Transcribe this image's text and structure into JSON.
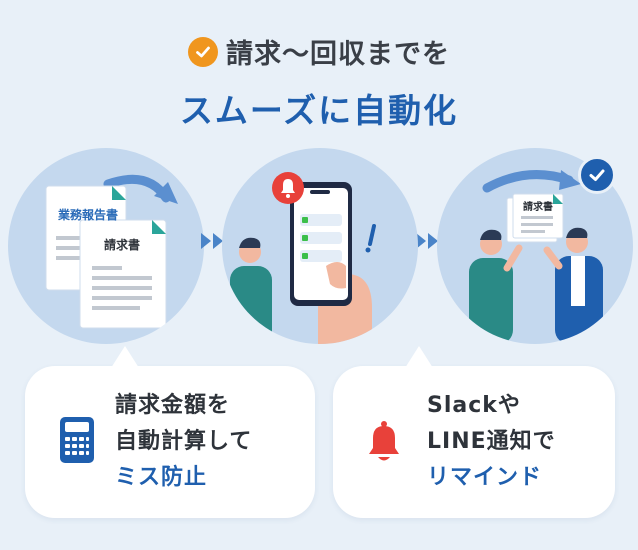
{
  "heading": {
    "line1": "請求〜回収までを",
    "line2": "スムーズに自動化"
  },
  "scenes": {
    "report_doc_title": "業務報告書",
    "invoice_doc_title": "請求書",
    "invoice_doc_title_3": "請求書"
  },
  "cards": [
    {
      "icon": "calculator-icon",
      "lines": [
        "請求金額を",
        "自動計算して",
        "ミス防止"
      ]
    },
    {
      "icon": "bell-icon",
      "lines": [
        "Slackや",
        "LINE通知で",
        "リマインド"
      ]
    }
  ],
  "colors": {
    "accent_blue": "#1f5fae",
    "orange": "#f0961e",
    "alert_red": "#e8413a",
    "phone_green": "#3bbf4a",
    "teal_shirt": "#2a8a86",
    "background": "#e8f0f8",
    "circle_bg": "#c4d8ee"
  }
}
